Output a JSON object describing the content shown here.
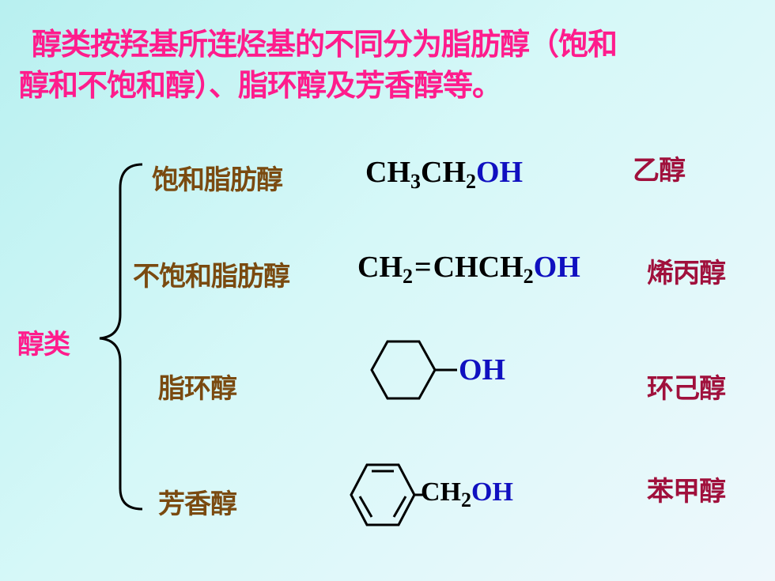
{
  "title": {
    "line1": "醇类按羟基所连烃基的不同分为脂肪醇（饱和",
    "line2": "醇和不饱和醇）、脂环醇及芳香醇等。"
  },
  "root_label": "醇类",
  "rows": [
    {
      "category": "饱和脂肪醇",
      "formula": {
        "p1": "CH",
        "s1": "3",
        "p2": "CH",
        "s2": "2",
        "oh": "OH"
      },
      "name": "乙醇"
    },
    {
      "category": "不饱和脂肪醇",
      "formula": {
        "p1": "CH",
        "s1": "2",
        "eq": "=",
        "p2": "CHCH",
        "s2": "2",
        "oh": "OH"
      },
      "name": "烯丙醇"
    },
    {
      "category": "脂环醇",
      "formula": {
        "ring": "cyclohexane",
        "oh": "OH"
      },
      "name": "环己醇"
    },
    {
      "category": "芳香醇",
      "formula": {
        "ring": "benzene",
        "p1": "CH",
        "s1": "2",
        "oh": "OH"
      },
      "name": "苯甲醇"
    }
  ]
}
